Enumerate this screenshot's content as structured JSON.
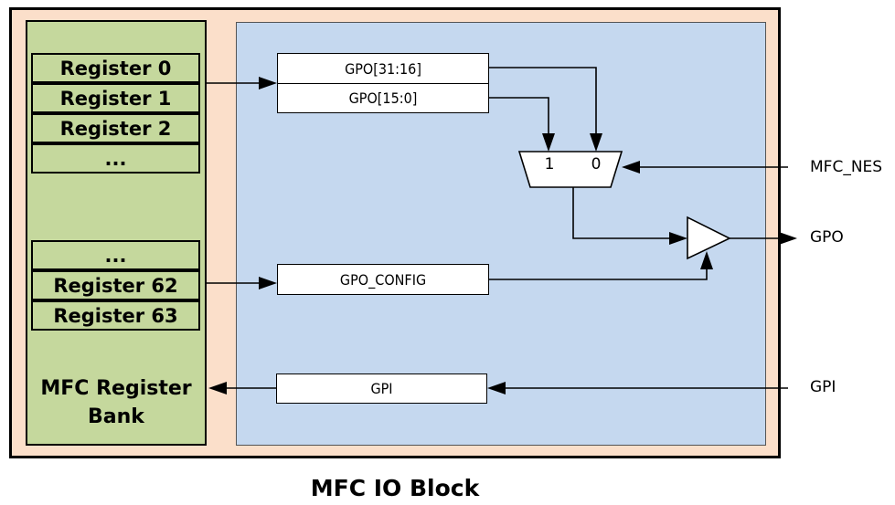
{
  "caption": "MFC IO Block",
  "bank": {
    "label_line1": "MFC Register",
    "label_line2": "Bank",
    "registers_top": [
      "Register 0",
      "Register 1",
      "Register 2",
      "..."
    ],
    "registers_bottom": [
      "...",
      "Register 62",
      "Register 63"
    ]
  },
  "blocks": {
    "gpo_high": "GPO[31:16]",
    "gpo_low": "GPO[15:0]",
    "gpo_config": "GPO_CONFIG",
    "gpi": "GPI"
  },
  "mux": {
    "input_1": "1",
    "input_0": "0"
  },
  "signals": {
    "mfc_nes": "MFC_NES",
    "gpo_out": "GPO",
    "gpi_in": "GPI"
  },
  "colors": {
    "outer_fill": "#fbdfca",
    "bank_fill": "#c5d89d",
    "io_fill": "#c5d8ef"
  }
}
